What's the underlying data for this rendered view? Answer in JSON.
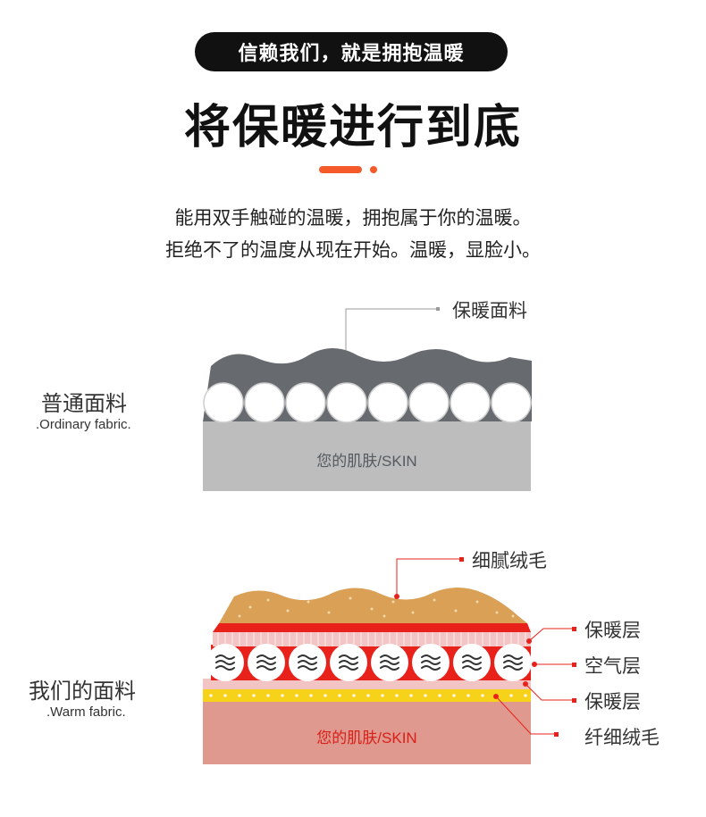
{
  "header": {
    "badge": "信赖我们，就是拥抱温暖",
    "title": "将保暖进行到底",
    "accent_color": "#f45a2a"
  },
  "description": {
    "line1": "能用双手触碰的温暖，拥抱属于你的温暖。",
    "line2": "拒绝不了的温度从现在开始。温暖，显脸小。"
  },
  "ordinary": {
    "title": "普通面料",
    "subtitle": ".Ordinary fabric.",
    "top_callout": "保暖面料",
    "skin_label": "您的肌肤/SKIN",
    "colors": {
      "fabric": "#676b70",
      "skin": "#bdbdbd"
    }
  },
  "ours": {
    "title": "我们的面料",
    "subtitle": ".Warm fabric.",
    "top_callout": "细腻绒毛",
    "callouts": [
      "保暖层",
      "空气层",
      "保暖层",
      "纤细绒毛"
    ],
    "skin_label": "您的肌肤/SKIN",
    "colors": {
      "fleece": "#d9a056",
      "warm": "#e8221b",
      "air": "#f7d7d7",
      "yellow": "#f7d21a",
      "skin": "#e0998e"
    },
    "air_icon": "wave-air-icon"
  }
}
